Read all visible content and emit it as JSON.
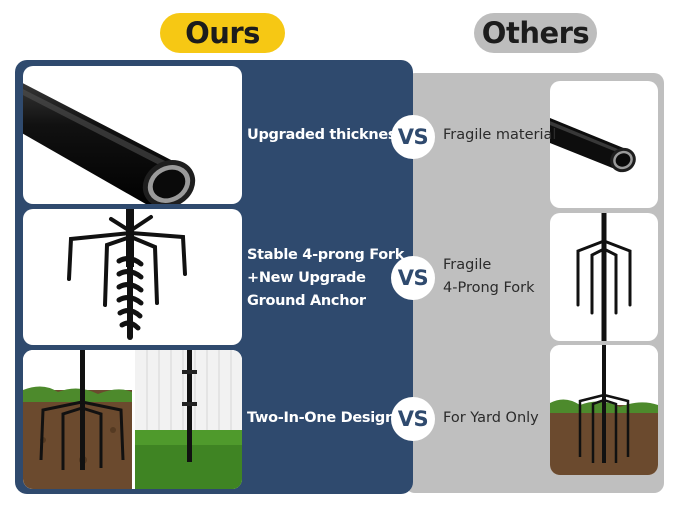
{
  "header": {
    "ours_label": "Ours",
    "others_label": "Others"
  },
  "rows": [
    {
      "ours_lines": [
        "Upgraded thickness"
      ],
      "vs_label": "VS",
      "others_lines": [
        "Fragile material"
      ]
    },
    {
      "ours_lines": [
        "Stable 4-prong Fork",
        "+New Upgrade",
        "Ground Anchor"
      ],
      "vs_label": "VS",
      "others_lines": [
        "Fragile",
        "4-Prong Fork"
      ]
    },
    {
      "ours_lines": [
        "Two-In-One Design"
      ],
      "vs_label": "VS",
      "others_lines": [
        "For Yard Only"
      ]
    }
  ],
  "colors": {
    "ours_accent": "#f6c814",
    "ours_panel": "#2f4a6e",
    "others_panel": "#bfbfbf",
    "others_pill": "#bdbdbd"
  }
}
